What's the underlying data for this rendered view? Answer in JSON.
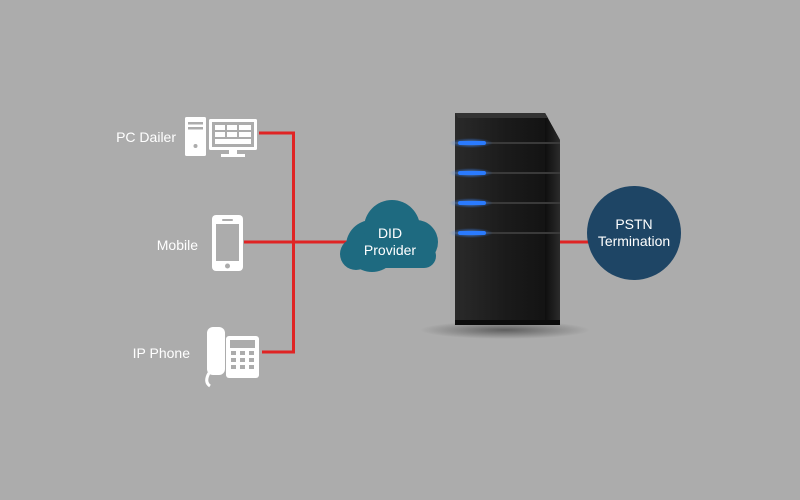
{
  "nodes": {
    "pc_dailer": {
      "label": "PC Dailer",
      "icon": "desktop-computer-icon"
    },
    "mobile": {
      "label": "Mobile",
      "icon": "smartphone-icon"
    },
    "ip_phone": {
      "label": "IP Phone",
      "icon": "desk-phone-icon"
    },
    "did_provider": {
      "line1": "DID",
      "line2": "Provider",
      "icon": "cloud-icon"
    },
    "server": {
      "icon": "server-tower-icon"
    },
    "pstn": {
      "line1": "PSTN",
      "line2": "Termination"
    }
  },
  "colors": {
    "background": "#acacac",
    "connector": "#e02424",
    "cloud": "#1e6a80",
    "pstn_circle": "#1e4565",
    "server_body": "#1a1a1a",
    "server_led": "#2a7bff",
    "label_text": "#ffffff"
  }
}
